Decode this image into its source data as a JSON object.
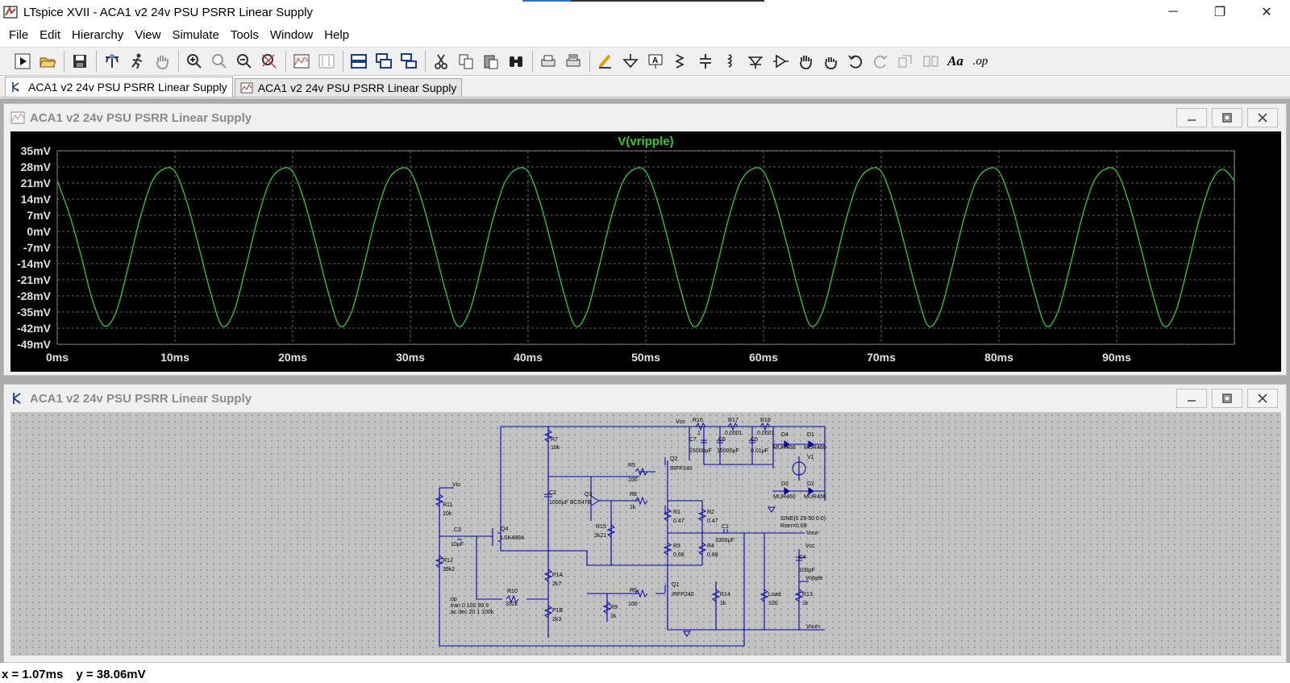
{
  "window": {
    "title": "LTspice XVII - ACA1 v2 24v PSU PSRR Linear Supply",
    "controls": {
      "minimize": "─",
      "restore": "❐",
      "close": "✕"
    }
  },
  "menu": [
    {
      "label": "File"
    },
    {
      "label": "Edit"
    },
    {
      "label": "Hierarchy"
    },
    {
      "label": "View"
    },
    {
      "label": "Simulate"
    },
    {
      "label": "Tools"
    },
    {
      "label": "Window"
    },
    {
      "label": "Help"
    }
  ],
  "toolbar": {
    "icons": [
      "run-icon",
      "open-icon",
      "save-icon",
      "control-panel-icon",
      "run-sim-icon",
      "halt-icon",
      "zoom-in-icon",
      "zoom-pan-icon",
      "zoom-out-icon",
      "zoom-fit-icon",
      "autorange-icon",
      "cursor-icon",
      "tile-horizontal-icon",
      "cascade-icon",
      "tile-vertical-icon",
      "cut-icon",
      "copy-icon",
      "paste-icon",
      "find-icon",
      "print-icon",
      "print-setup-icon",
      "draw-wire-icon",
      "ground-icon",
      "label-net-icon",
      "resistor-icon",
      "capacitor-icon",
      "inductor-icon",
      "diode-icon",
      "component-icon",
      "move-icon",
      "drag-icon",
      "undo-icon",
      "redo-icon",
      "rotate-icon",
      "mirror-icon",
      "text-icon",
      "spice-directive-icon"
    ],
    "text_icon": "Aa",
    "op_icon": ".op"
  },
  "tabs": [
    {
      "label": "ACA1 v2 24v PSU PSRR Linear Supply",
      "kind": "schematic",
      "active": true
    },
    {
      "label": "ACA1 v2 24v PSU PSRR Linear Supply",
      "kind": "waveform",
      "active": false
    }
  ],
  "plot_window": {
    "title": "ACA1 v2 24v PSU PSRR Linear Supply",
    "trace_label": "V(vripple)",
    "trace_color": "#2ecc2e"
  },
  "chart_data": {
    "type": "line",
    "title": "",
    "xlabel": "",
    "ylabel": "",
    "xlim": [
      0,
      100
    ],
    "ylim": [
      -49,
      35
    ],
    "x_ticks": [
      "0ms",
      "10ms",
      "20ms",
      "30ms",
      "40ms",
      "50ms",
      "60ms",
      "70ms",
      "80ms",
      "90ms"
    ],
    "x_tick_values": [
      0,
      10,
      20,
      30,
      40,
      50,
      60,
      70,
      80,
      90
    ],
    "y_ticks": [
      "35mV",
      "28mV",
      "21mV",
      "14mV",
      "7mV",
      "0mV",
      "-7mV",
      "-14mV",
      "-21mV",
      "-28mV",
      "-35mV",
      "-42mV",
      "-49mV"
    ],
    "y_tick_values": [
      35,
      28,
      21,
      14,
      7,
      0,
      -7,
      -14,
      -21,
      -28,
      -35,
      -42,
      -49
    ],
    "grid": true,
    "series": [
      {
        "name": "V(vripple)",
        "color": "#2ecc2e",
        "x": [
          0,
          1,
          2,
          3,
          4,
          5,
          6,
          7,
          8,
          9,
          10,
          11,
          12,
          13,
          14,
          15,
          16,
          17,
          18,
          19,
          20,
          21,
          22,
          23,
          24,
          25,
          26,
          27,
          28,
          29,
          30,
          31,
          32,
          33,
          34,
          35,
          36,
          37,
          38,
          39,
          40,
          41,
          42,
          43,
          44,
          45,
          46,
          47,
          48,
          49,
          50,
          51,
          52,
          53,
          54,
          55,
          56,
          57,
          58,
          59,
          60,
          61,
          62,
          63,
          64,
          65,
          66,
          67,
          68,
          69,
          70,
          71,
          72,
          73,
          74,
          75,
          76,
          77,
          78,
          79,
          80,
          81,
          82,
          83,
          84,
          85,
          86,
          87,
          88,
          89,
          90,
          91,
          92,
          93,
          94,
          95,
          96,
          97,
          98,
          99,
          100
        ],
        "y": [
          22,
          8,
          -10,
          -30,
          -41,
          -35,
          -16,
          5,
          21,
          27,
          26,
          13,
          -6,
          -26,
          -41,
          -35,
          -16,
          5,
          21,
          27,
          26,
          13,
          -6,
          -26,
          -41,
          -35,
          -16,
          5,
          21,
          27,
          26,
          13,
          -6,
          -26,
          -41,
          -35,
          -16,
          5,
          21,
          27,
          26,
          13,
          -6,
          -26,
          -41,
          -35,
          -16,
          5,
          21,
          27,
          26,
          13,
          -6,
          -26,
          -41,
          -35,
          -16,
          5,
          21,
          27,
          26,
          13,
          -6,
          -26,
          -41,
          -35,
          -16,
          5,
          21,
          27,
          26,
          13,
          -6,
          -26,
          -41,
          -35,
          -16,
          5,
          21,
          27,
          26,
          13,
          -6,
          -26,
          -41,
          -35,
          -16,
          5,
          21,
          27,
          26,
          13,
          -6,
          -26,
          -41,
          -35,
          -16,
          5,
          21,
          27,
          22
        ]
      }
    ]
  },
  "schematic_window": {
    "title": "ACA1 v2 24v PSU PSRR Linear Supply",
    "components": [
      {
        "ref": "R16",
        "value": "1"
      },
      {
        "ref": "R17",
        "value": "0.0001"
      },
      {
        "ref": "R18",
        "value": "0.0001"
      },
      {
        "ref": "C7",
        "value": "15000µF"
      },
      {
        "ref": "C6",
        "value": "15000µF"
      },
      {
        "ref": "C5",
        "value": "0.01µF"
      },
      {
        "ref": "D4",
        "value": "MUR460"
      },
      {
        "ref": "D1",
        "value": "MUR460"
      },
      {
        "ref": "D3",
        "value": "MUR460"
      },
      {
        "ref": "D2",
        "value": "MUR460"
      },
      {
        "ref": "V1",
        "value": ""
      },
      {
        "ref": "R7",
        "value": "10k"
      },
      {
        "ref": "R5",
        "value": "100"
      },
      {
        "ref": "Q2",
        "value": "IRFP240"
      },
      {
        "ref": "C2",
        "value": "1000µF"
      },
      {
        "ref": "Q3",
        "value": "BC547B"
      },
      {
        "ref": "R8",
        "value": "1k"
      },
      {
        "ref": "R1",
        "value": "0.47"
      },
      {
        "ref": "R2",
        "value": "0.47"
      },
      {
        "ref": "C1",
        "value": "3300µF"
      },
      {
        "ref": "R11",
        "value": "10k"
      },
      {
        "ref": "C3",
        "value": "10µF"
      },
      {
        "ref": "Q4",
        "value": "LSK489A"
      },
      {
        "ref": "R15",
        "value": "2k21"
      },
      {
        "ref": "R3",
        "value": "0.68"
      },
      {
        "ref": "R4",
        "value": "0.68"
      },
      {
        "ref": "R12",
        "value": "39k2"
      },
      {
        "ref": "C4",
        "value": "100µF"
      },
      {
        "ref": "P1A",
        "value": "2k7"
      },
      {
        "ref": "R10",
        "value": "332k"
      },
      {
        "ref": "R6",
        "value": "100"
      },
      {
        "ref": "Q1",
        "value": "IRFP240"
      },
      {
        "ref": "P1B",
        "value": "2k3"
      },
      {
        "ref": "R9",
        "value": "1k"
      },
      {
        "ref": "R14",
        "value": "1k"
      },
      {
        "ref": "Load",
        "value": "100"
      },
      {
        "ref": "R13",
        "value": "1k"
      }
    ],
    "nets": {
      "vcc": "Vcc",
      "vin": "Vin",
      "vout_minus": "Vout-",
      "vout_plus": "Vout+",
      "vripple": "Vripple",
      "vcc2": "Vcc"
    },
    "source_spec": "SINE(0 29 50 0 0)",
    "source_rser": "Rser=0.08",
    "directives": [
      ";op",
      ".tran 0 100 99.9",
      ";ac dec 20 1 100k"
    ]
  },
  "status": {
    "x": "x = 1.07ms",
    "y": "y = 38.06mV"
  }
}
